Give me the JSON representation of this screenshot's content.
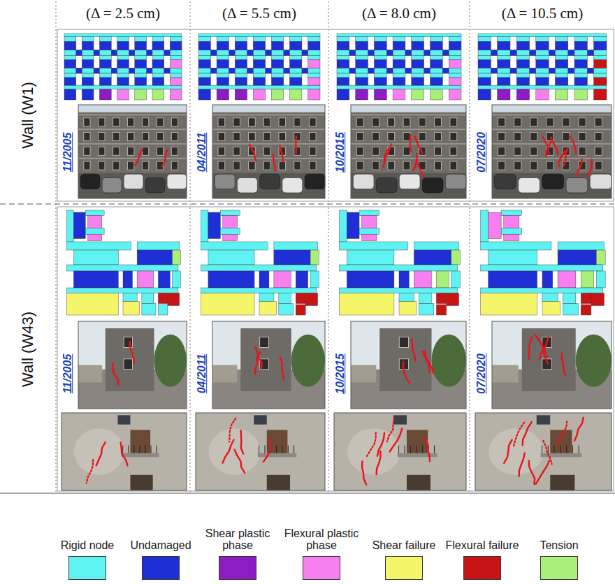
{
  "diagram": {
    "labels": [
      "(Δ = 2.5 cm)",
      "(Δ = 5.5 cm)",
      "(Δ = 8.0 cm)",
      "(Δ = 10.5 cm)",
      "Wall (W1)",
      "11/2005",
      "04/2011",
      "10/2015",
      "07/2020",
      "Wall (W43)",
      "11/2005",
      "04/2011",
      "10/2015",
      "07/2020"
    ],
    "legend": [
      {
        "text": "Rigid node",
        "color": "#5ef2f2"
      },
      {
        "text": "Undamaged",
        "color": "#1f2fd6"
      },
      {
        "text": "Shear plastic phase",
        "color": "#8e1cc4"
      },
      {
        "text": "Flexural plastic phase",
        "color": "#f77ff0"
      },
      {
        "text": "Shear failure",
        "color": "#f5f56a"
      },
      {
        "text": "Flexural failure",
        "color": "#c81414"
      },
      {
        "text": "Tension",
        "color": "#a8f07a"
      }
    ]
  }
}
